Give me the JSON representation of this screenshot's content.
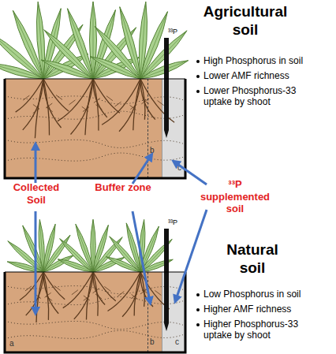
{
  "diagram": {
    "nodes": [
      {
        "text": [
          "b"
        ]
      },
      {
        "text": [
          "c"
        ]
      },
      {
        "text": [
          "a"
        ]
      },
      {
        "text": [
          "b"
        ]
      },
      {
        "text": [
          "c"
        ]
      }
    ],
    "labels": [
      "Agricultural soil",
      "High Phosphorus in soil",
      "Lower AMF richness",
      "Lower Phosphorus-33 uptake by shoot",
      "³³P",
      "Collected Soil",
      "Buffer zone",
      "³³P supplemented soil",
      "³³P",
      "Natural soil",
      "Low Phosphorus in soil",
      "Higher AMF richness",
      "Higher Phosphorus-33 uptake by shoot"
    ]
  }
}
